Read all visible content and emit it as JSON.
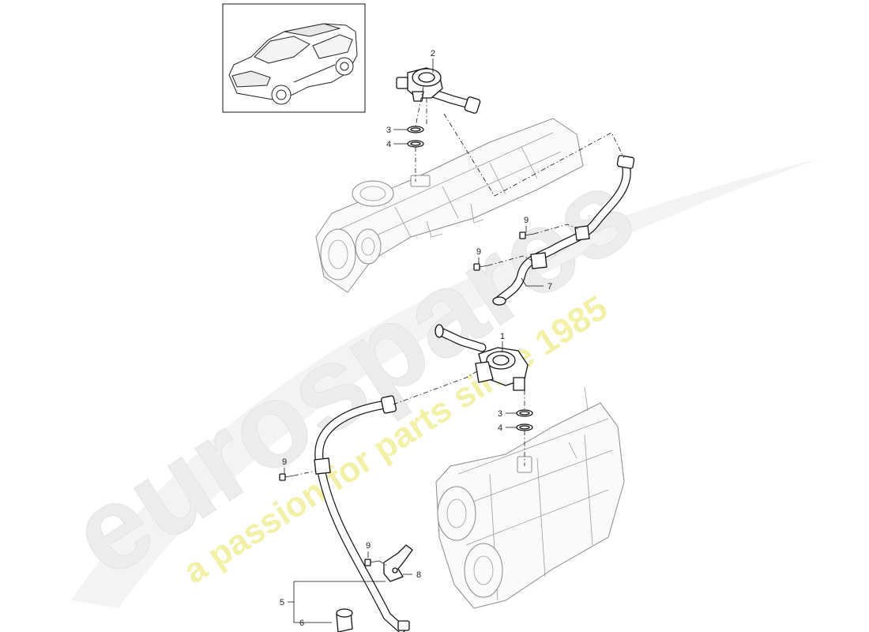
{
  "watermark": {
    "brand": "eurospares",
    "tagline": "a passion for parts since 1985"
  },
  "callouts": [
    {
      "id": "c1",
      "text": "1"
    },
    {
      "id": "c2",
      "text": "2"
    },
    {
      "id": "c3a",
      "text": "3"
    },
    {
      "id": "c4a",
      "text": "4"
    },
    {
      "id": "c3b",
      "text": "3"
    },
    {
      "id": "c4b",
      "text": "4"
    },
    {
      "id": "c5",
      "text": "5"
    },
    {
      "id": "c6",
      "text": "6"
    },
    {
      "id": "c7",
      "text": "7"
    },
    {
      "id": "c8",
      "text": "8"
    },
    {
      "id": "c9a",
      "text": "9"
    },
    {
      "id": "c9b",
      "text": "9"
    },
    {
      "id": "c9c",
      "text": "9"
    },
    {
      "id": "c9d",
      "text": "9"
    }
  ],
  "colors": {
    "watermark_gray": "#ececec",
    "watermark_yellow": "#f3f0a8",
    "line": "#111111"
  }
}
